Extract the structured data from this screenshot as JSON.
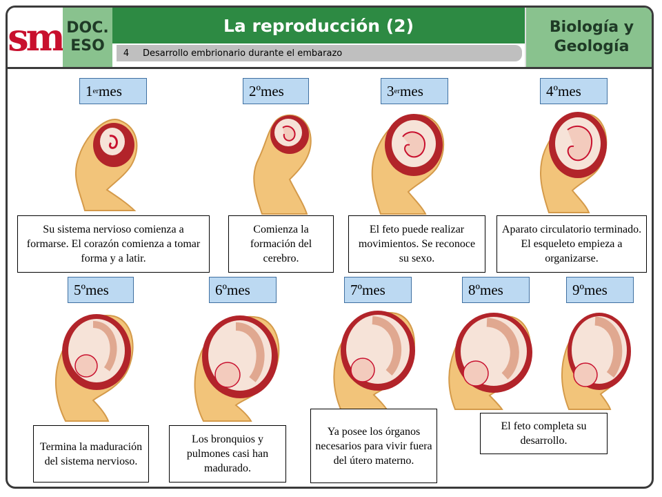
{
  "header": {
    "logo": "sm",
    "doc_line1": "DOC.",
    "doc_line2": "ESO",
    "title": "La reproducción (2)",
    "section_number": "4",
    "section_title": "Desarrollo embrionario durante el embarazo",
    "subject_line1": "Biología y",
    "subject_line2": "Geología"
  },
  "months": [
    {
      "num": "1",
      "sup": "er",
      "label": " mes",
      "description": "Su sistema nervioso comienza a formarse. El corazón comienza a tomar forma y a latir."
    },
    {
      "num": "2º",
      "sup": "",
      "label": " mes",
      "description": "Comienza la formación del cerebro."
    },
    {
      "num": "3",
      "sup": "er",
      "label": " mes",
      "description": "El feto puede realizar movimientos. Se reconoce su sexo."
    },
    {
      "num": "4º",
      "sup": "",
      "label": " mes",
      "description": "Aparato circulatorio terminado. El esqueleto empieza a organizarse."
    },
    {
      "num": "5º",
      "sup": "",
      "label": " mes",
      "description": "Termina la maduración del sistema nervioso."
    },
    {
      "num": "6º",
      "sup": "",
      "label": " mes",
      "description": "Los bronquios y pulmones casi han madurado."
    },
    {
      "num": "7º",
      "sup": "",
      "label": " mes",
      "description": "Ya posee los órganos necesarios para vivir fuera del útero materno."
    },
    {
      "num": "8º",
      "sup": "",
      "label": " mes",
      "description": ""
    },
    {
      "num": "9º",
      "sup": "",
      "label": " mes",
      "description": ""
    }
  ],
  "final_note": "El feto completa su desarrollo.",
  "colors": {
    "green_dark": "#2d8a43",
    "green_light": "#89c28e",
    "label_blue": "#bcd9f2",
    "uterus_outer": "#f2c47a",
    "uterus_inner": "#b2242a",
    "fetus": "#f6e3d8"
  }
}
